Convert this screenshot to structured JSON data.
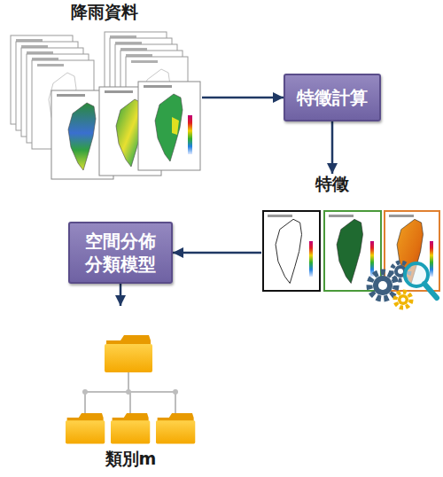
{
  "diagram": {
    "nodes": [
      {
        "text": [
          "降雨資料"
        ]
      },
      {
        "text": [
          "特徵計算"
        ]
      },
      {
        "text": [
          "特徵"
        ]
      },
      {
        "text": [
          "空間分佈 分類模型"
        ]
      },
      {
        "text": [
          "類別m"
        ]
      }
    ],
    "edges": [
      {
        "from": 0,
        "to": 1,
        "arrow": "to"
      },
      {
        "from": 1,
        "to": 2,
        "arrow": "to"
      },
      {
        "from": 2,
        "to": 3,
        "arrow": "to"
      },
      {
        "from": 3,
        "to": 4,
        "arrow": "to"
      }
    ]
  }
}
